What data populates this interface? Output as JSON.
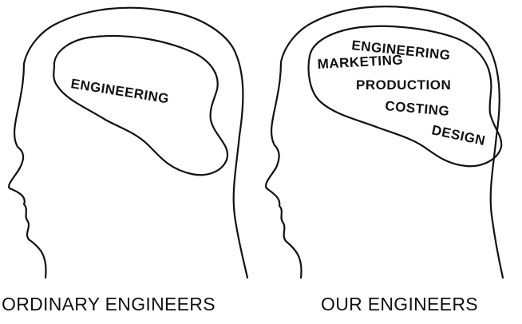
{
  "left_head": {
    "brain_words": [
      "ENGINEERING"
    ],
    "caption": "ORDINARY ENGINEERS"
  },
  "right_head": {
    "brain_words": [
      "ENGINEERING",
      "MARKETING",
      "PRODUCTION",
      "COSTING",
      "DESIGN"
    ],
    "caption": "OUR ENGINEERS"
  },
  "colors": {
    "ink": "#111111",
    "background": "#ffffff"
  }
}
